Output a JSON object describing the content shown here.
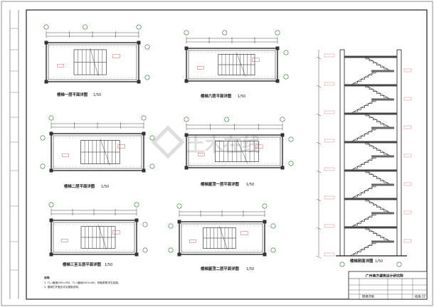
{
  "drawing": {
    "plans": [
      {
        "title": "楼梯一层平面详图",
        "scale": "1/50"
      },
      {
        "title": "楼梯六层平面详图",
        "scale": "1/50"
      },
      {
        "title": "楼梯二层平面详图",
        "scale": "1/50"
      },
      {
        "title": "楼梯屋顶一层平面详图",
        "scale": "1/50"
      },
      {
        "title": "楼梯三至五层平面详图",
        "scale": "1/50"
      },
      {
        "title": "楼梯屋顶二层平面详图",
        "scale": "1/50"
      }
    ],
    "section": {
      "title": "楼梯剖面详图",
      "scale": "1/50"
    },
    "notes": {
      "heading": "说明:",
      "line1": "1. TL-1截面200×350，TL-2截面200×400，梯板配筋详见结施。",
      "line2": "2. 楼梯栏杆做法详见建施说明。"
    },
    "watermark": "土木在线",
    "title_block": {
      "company": "广州南方建筑设计研究院",
      "sheet_name": "楼梯详图",
      "drawing_no": "结施-12"
    }
  },
  "colors": {
    "line": "#1a1a1a",
    "axis_green": "#2b7a2b",
    "note_red": "#c0392b",
    "grid_gray": "#9a9a9a"
  }
}
